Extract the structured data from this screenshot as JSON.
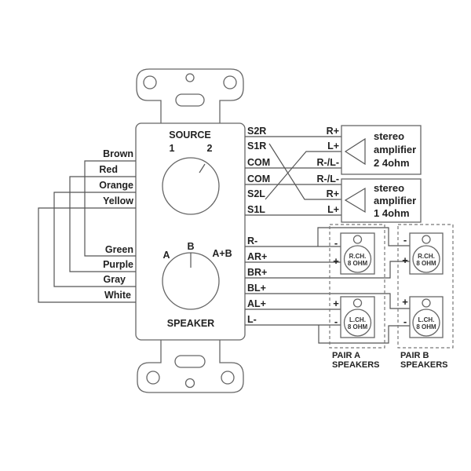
{
  "plate": {
    "source_label": "SOURCE",
    "source_pos1": "1",
    "source_pos2": "2",
    "speaker_label": "SPEAKER",
    "speaker_pos_a": "A",
    "speaker_pos_b": "B",
    "speaker_pos_ab": "A+B"
  },
  "left_wires": [
    "Brown",
    "Red",
    "Orange",
    "Yellow",
    "Green",
    "Purple",
    "Gray",
    "White"
  ],
  "source_terminals": [
    "S2R",
    "S1R",
    "COM",
    "COM",
    "S2L",
    "S1L"
  ],
  "amp_terminals": [
    "R+",
    "L+",
    "R-/L-",
    "R-/L-",
    "R+",
    "L+"
  ],
  "amps": [
    {
      "line1": "stereo",
      "line2": "amplifier",
      "line3": "2  4ohm"
    },
    {
      "line1": "stereo",
      "line2": "amplifier",
      "line3": "1  4ohm"
    }
  ],
  "speaker_terminals": [
    "R-",
    "AR+",
    "BR+",
    "BL+",
    "AL+",
    "L-"
  ],
  "speakers": {
    "right": {
      "line1": "R.CH.",
      "line2": "8 OHM"
    },
    "left": {
      "line1": "L.CH.",
      "line2": "8 OHM"
    },
    "plus": "+",
    "minus": "-"
  },
  "pairs": [
    {
      "line1": "PAIR A",
      "line2": "SPEAKERS"
    },
    {
      "line1": "PAIR B",
      "line2": "SPEAKERS"
    }
  ]
}
